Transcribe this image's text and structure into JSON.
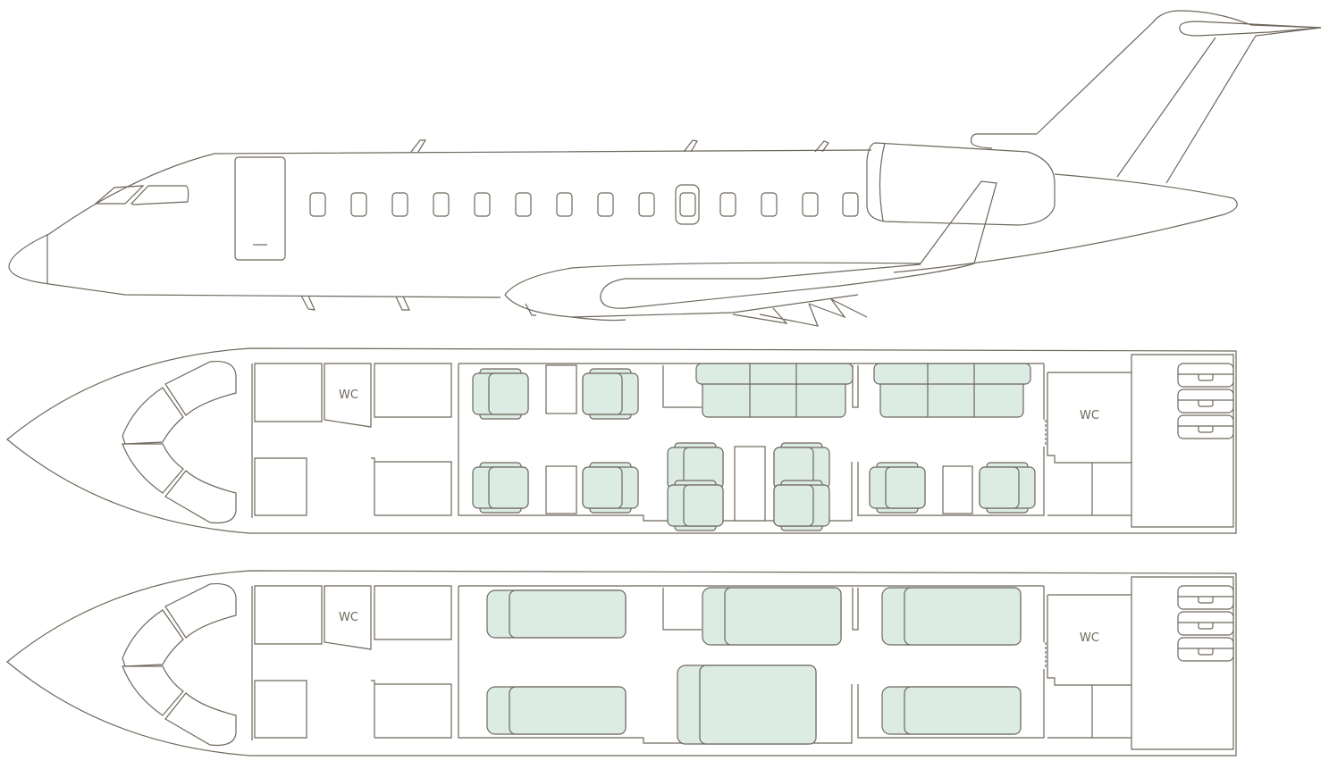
{
  "labels": {
    "plan_a_wc_front": "WC",
    "plan_a_wc_aft": "WC",
    "plan_b_wc_front": "WC",
    "plan_b_wc_aft": "WC"
  },
  "colors": {
    "line": "#6e675c",
    "seat_fill": "#dcebe4",
    "background": "#ffffff"
  },
  "layouts": {
    "plan_a": "seating-configuration",
    "plan_b": "sleeping-configuration"
  }
}
